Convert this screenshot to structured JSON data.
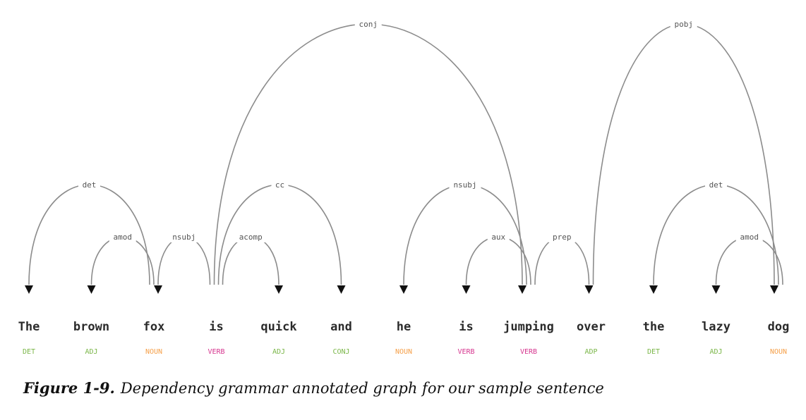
{
  "tokens": [
    {
      "word": "The",
      "tag": "DET",
      "tag_color": "#7ab648"
    },
    {
      "word": "brown",
      "tag": "ADJ",
      "tag_color": "#7ab648"
    },
    {
      "word": "fox",
      "tag": "NOUN",
      "tag_color": "#f5a04a"
    },
    {
      "word": "is",
      "tag": "VERB",
      "tag_color": "#d6358f"
    },
    {
      "word": "quick",
      "tag": "ADJ",
      "tag_color": "#7ab648"
    },
    {
      "word": "and",
      "tag": "CONJ",
      "tag_color": "#7ab648"
    },
    {
      "word": "he",
      "tag": "NOUN",
      "tag_color": "#f5a04a"
    },
    {
      "word": "is",
      "tag": "VERB",
      "tag_color": "#d6358f"
    },
    {
      "word": "jumping",
      "tag": "VERB",
      "tag_color": "#d6358f"
    },
    {
      "word": "over",
      "tag": "ADP",
      "tag_color": "#7ab648"
    },
    {
      "word": "the",
      "tag": "DET",
      "tag_color": "#7ab648"
    },
    {
      "word": "lazy",
      "tag": "ADJ",
      "tag_color": "#7ab648"
    },
    {
      "word": "dog",
      "tag": "NOUN",
      "tag_color": "#f5a04a"
    }
  ],
  "arcs": [
    {
      "label": "det",
      "head": 2,
      "dependent": 0
    },
    {
      "label": "amod",
      "head": 2,
      "dependent": 1
    },
    {
      "label": "nsubj",
      "head": 3,
      "dependent": 2
    },
    {
      "label": "conj",
      "head": 3,
      "dependent": 8
    },
    {
      "label": "cc",
      "head": 3,
      "dependent": 5
    },
    {
      "label": "acomp",
      "head": 3,
      "dependent": 4
    },
    {
      "label": "nsubj",
      "head": 8,
      "dependent": 6
    },
    {
      "label": "aux",
      "head": 8,
      "dependent": 7
    },
    {
      "label": "prep",
      "head": 8,
      "dependent": 9
    },
    {
      "label": "pobj",
      "head": 9,
      "dependent": 12
    },
    {
      "label": "det",
      "head": 12,
      "dependent": 10
    },
    {
      "label": "amod",
      "head": 12,
      "dependent": 11
    }
  ],
  "caption": {
    "label": "Figure 1-9.",
    "text": "Dependency grammar annotated graph for our sample sentence"
  }
}
